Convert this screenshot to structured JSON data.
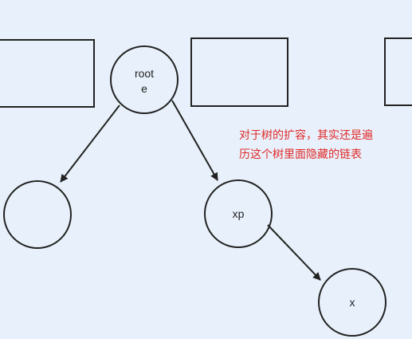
{
  "colors": {
    "background": "#e8f1fb",
    "stroke": "#222222",
    "annotation": "#e02a2a"
  },
  "nodes": {
    "root": {
      "label_line1": "root",
      "label_line2": "e"
    },
    "left_child": {
      "label": ""
    },
    "xp": {
      "label": "xp"
    },
    "x": {
      "label": "x"
    }
  },
  "annotation": {
    "text": "对于树的扩容，其实还是遍\n历这个树里面隐藏的链表"
  }
}
